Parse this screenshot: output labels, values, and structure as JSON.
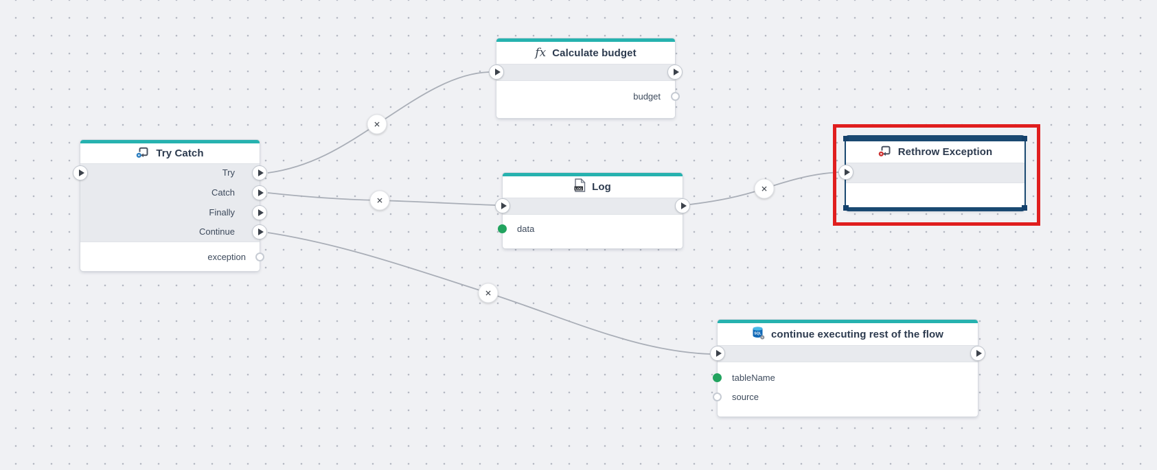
{
  "ui": {
    "delete_connection_glyph": "✕"
  },
  "colors": {
    "accent_teal": "#26b2af",
    "selection_navy": "#1a4971",
    "highlight_red": "#e01e1e",
    "wire_gray": "#a9aeb7",
    "connected_port_green": "#22a35f",
    "canvas_background": "#f0f1f4",
    "grid_dot": "#b4b8c2"
  },
  "nodes": [
    {
      "id": "calculate-budget",
      "title": "Calculate budget",
      "icon": "fx-icon",
      "icon_text": "fx",
      "value_outputs": [
        {
          "label": "budget",
          "connected": false
        }
      ]
    },
    {
      "id": "try-catch",
      "title": "Try Catch",
      "icon": "try-catch-icon",
      "flow_outputs": [
        {
          "label": "Try",
          "connected": true
        },
        {
          "label": "Catch",
          "connected": true
        },
        {
          "label": "Finally",
          "connected": false
        },
        {
          "label": "Continue",
          "connected": true
        }
      ],
      "value_outputs": [
        {
          "label": "exception",
          "connected": false
        }
      ]
    },
    {
      "id": "log",
      "title": "Log",
      "icon": "log-file-icon",
      "icon_text": "LOG",
      "value_inputs": [
        {
          "label": "data",
          "connected": true
        }
      ]
    },
    {
      "id": "rethrow-exception",
      "title": "Rethrow Exception",
      "icon": "rethrow-icon",
      "selected": true
    },
    {
      "id": "continue-flow",
      "title": "continue executing rest of the flow",
      "icon": "sql-database-icon",
      "icon_text": "SQL",
      "value_inputs": [
        {
          "label": "tableName",
          "connected": true
        },
        {
          "label": "source",
          "connected": false
        }
      ]
    }
  ]
}
